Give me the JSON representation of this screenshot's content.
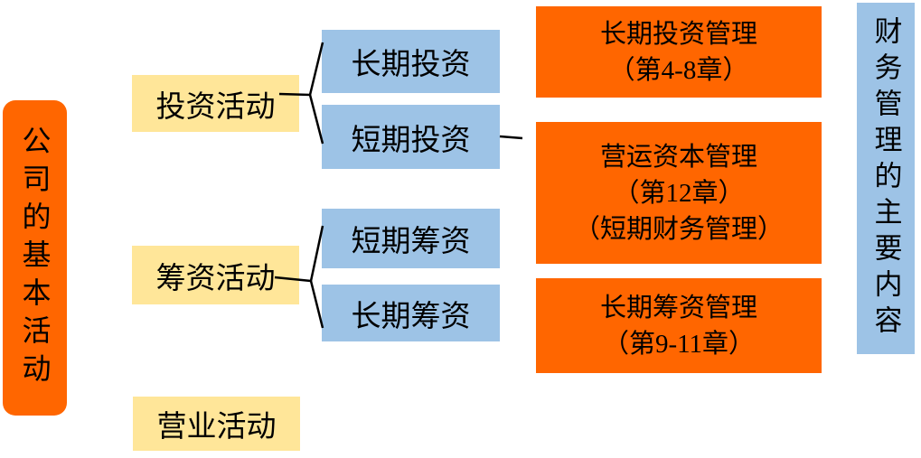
{
  "colors": {
    "orange": "#FF6600",
    "yellow": "#FFE699",
    "blue": "#9DC3E6",
    "line": "#000000",
    "background": "#FFFFFF"
  },
  "root": {
    "label": "公司的基本活动"
  },
  "activities": [
    {
      "label": "投资活动"
    },
    {
      "label": "筹资活动"
    },
    {
      "label": "营业活动"
    }
  ],
  "sub_activities": [
    {
      "label": "长期投资"
    },
    {
      "label": "短期投资"
    },
    {
      "label": "短期筹资"
    },
    {
      "label": "长期筹资"
    }
  ],
  "management": [
    {
      "lines": [
        "长期投资管理",
        "（第4-8章）"
      ]
    },
    {
      "lines": [
        "营运资本管理",
        "（第12章）",
        "（短期财务管理）"
      ]
    },
    {
      "lines": [
        "长期筹资管理",
        "（第9-11章）"
      ]
    }
  ],
  "right_header": {
    "label": "财务管理的主要内容"
  }
}
